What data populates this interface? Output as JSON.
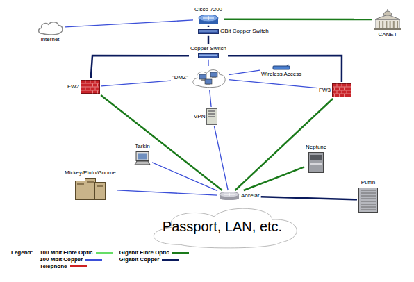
{
  "diagram": {
    "nodes": [
      {
        "text": [
          "Internet"
        ]
      },
      {
        "text": [
          "Cisco 7200"
        ]
      },
      {
        "text": [
          "CANET"
        ]
      },
      {
        "text": [
          "GBit Copper Switch"
        ]
      },
      {
        "text": [
          "Copper Switch"
        ]
      },
      {
        "text": [
          "FW2"
        ]
      },
      {
        "text": [
          "\"DMZ\""
        ]
      },
      {
        "text": [
          "Wireless Access"
        ]
      },
      {
        "text": [
          "FW3"
        ]
      },
      {
        "text": [
          "VPN"
        ]
      },
      {
        "text": [
          "Tarkin"
        ]
      },
      {
        "text": [
          "Neptune"
        ]
      },
      {
        "text": [
          "Mickey/Pluto/Gnome"
        ]
      },
      {
        "text": [
          "Accelar"
        ]
      },
      {
        "text": [
          "Puffin"
        ]
      },
      {
        "text": [
          "Passport, LAN, etc."
        ]
      }
    ],
    "edges": [
      {
        "from": 0,
        "to": 1,
        "arrow": "none"
      },
      {
        "from": 1,
        "to": 2,
        "arrow": "none"
      },
      {
        "from": 1,
        "to": 3,
        "arrow": "none"
      },
      {
        "from": 3,
        "to": 4,
        "arrow": "none"
      },
      {
        "from": 4,
        "to": 5,
        "arrow": "none"
      },
      {
        "from": 4,
        "to": 8,
        "arrow": "none"
      },
      {
        "from": 4,
        "to": 6,
        "arrow": "none"
      },
      {
        "from": 5,
        "to": 6,
        "arrow": "none"
      },
      {
        "from": 6,
        "to": 8,
        "arrow": "none"
      },
      {
        "from": 6,
        "to": 7,
        "arrow": "none"
      },
      {
        "from": 6,
        "to": 9,
        "arrow": "none"
      },
      {
        "from": 5,
        "to": 13,
        "arrow": "none"
      },
      {
        "from": 8,
        "to": 13,
        "arrow": "none"
      },
      {
        "from": 9,
        "to": 13,
        "arrow": "none"
      },
      {
        "from": 10,
        "to": 13,
        "arrow": "none"
      },
      {
        "from": 11,
        "to": 13,
        "arrow": "none"
      },
      {
        "from": 12,
        "to": 13,
        "arrow": "none"
      },
      {
        "from": 14,
        "to": 13,
        "arrow": "none"
      },
      {
        "from": 13,
        "to": 15,
        "arrow": "none"
      }
    ],
    "labels": [
      "Legend:"
    ],
    "legend": [
      {
        "text": "100 Mbit Fibre Optic",
        "color": "#66dd66"
      },
      {
        "text": "100 Mbit Copper",
        "color": "#3b4fd8"
      },
      {
        "text": "Telephone",
        "color": "#cc2222"
      },
      {
        "text": "Gigabit Fibre Optic",
        "color": "#1a7a1a"
      },
      {
        "text": "Gigabit Copper",
        "color": "#0a1a5c"
      }
    ]
  }
}
